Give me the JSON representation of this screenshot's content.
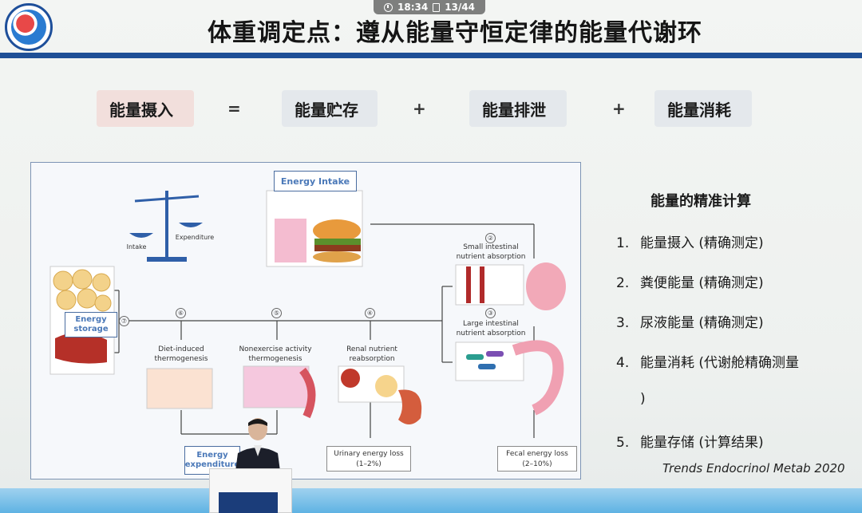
{
  "status": {
    "time": "18:34",
    "page": "13/44"
  },
  "title": "体重调定点：遵从能量守恒定律的能量代谢环",
  "equation": {
    "intake": "能量摄入",
    "equals": "=",
    "storage": "能量贮存",
    "plus1": "+",
    "excretion": "能量排泄",
    "plus2": "+",
    "consumption": "能量消耗"
  },
  "diagram": {
    "energy_intake": "Energy Intake",
    "scale_intake": "Intake",
    "scale_expenditure": "Expenditure",
    "energy_storage": "Energy\nstorage",
    "energy_expenditure": "Energy\nexpenditure",
    "steps": [
      {
        "num": "②",
        "label": "Small intestinal\nnutrient absorption"
      },
      {
        "num": "③",
        "label": "Large intestinal\nnutrient absorption"
      },
      {
        "num": "④",
        "label": "Renal nutrient\nreabsorption"
      },
      {
        "num": "⑤",
        "label": "Nonexercise activity\nthermogenesis"
      },
      {
        "num": "⑥",
        "label": "Diet-induced\nthermogenesis"
      },
      {
        "num": "⑦",
        "label": ""
      }
    ],
    "urinary_loss": "Urinary energy loss\n(1–2%)",
    "fecal_loss": "Fecal energy loss\n(2–10%)"
  },
  "list": {
    "title": "能量的精准计算",
    "items": [
      {
        "num": "1.",
        "text": "能量摄入 (精确测定)"
      },
      {
        "num": "2.",
        "text": "粪便能量 (精确测定)"
      },
      {
        "num": "3.",
        "text": "尿液能量 (精确测定)"
      },
      {
        "num": "4.",
        "text": "能量消耗 (代谢舱精确测量"
      },
      {
        "num": "",
        "text": ")"
      },
      {
        "num": "5.",
        "text": "能量存储 (计算结果)"
      }
    ]
  },
  "citation": "Trends Endocrinol Metab 2020",
  "colors": {
    "title_bar": "#1f4f96",
    "intake_bg": "#f2dfdc",
    "other_bg": "#e4e8ec",
    "diagram_border": "#7d94b4"
  }
}
